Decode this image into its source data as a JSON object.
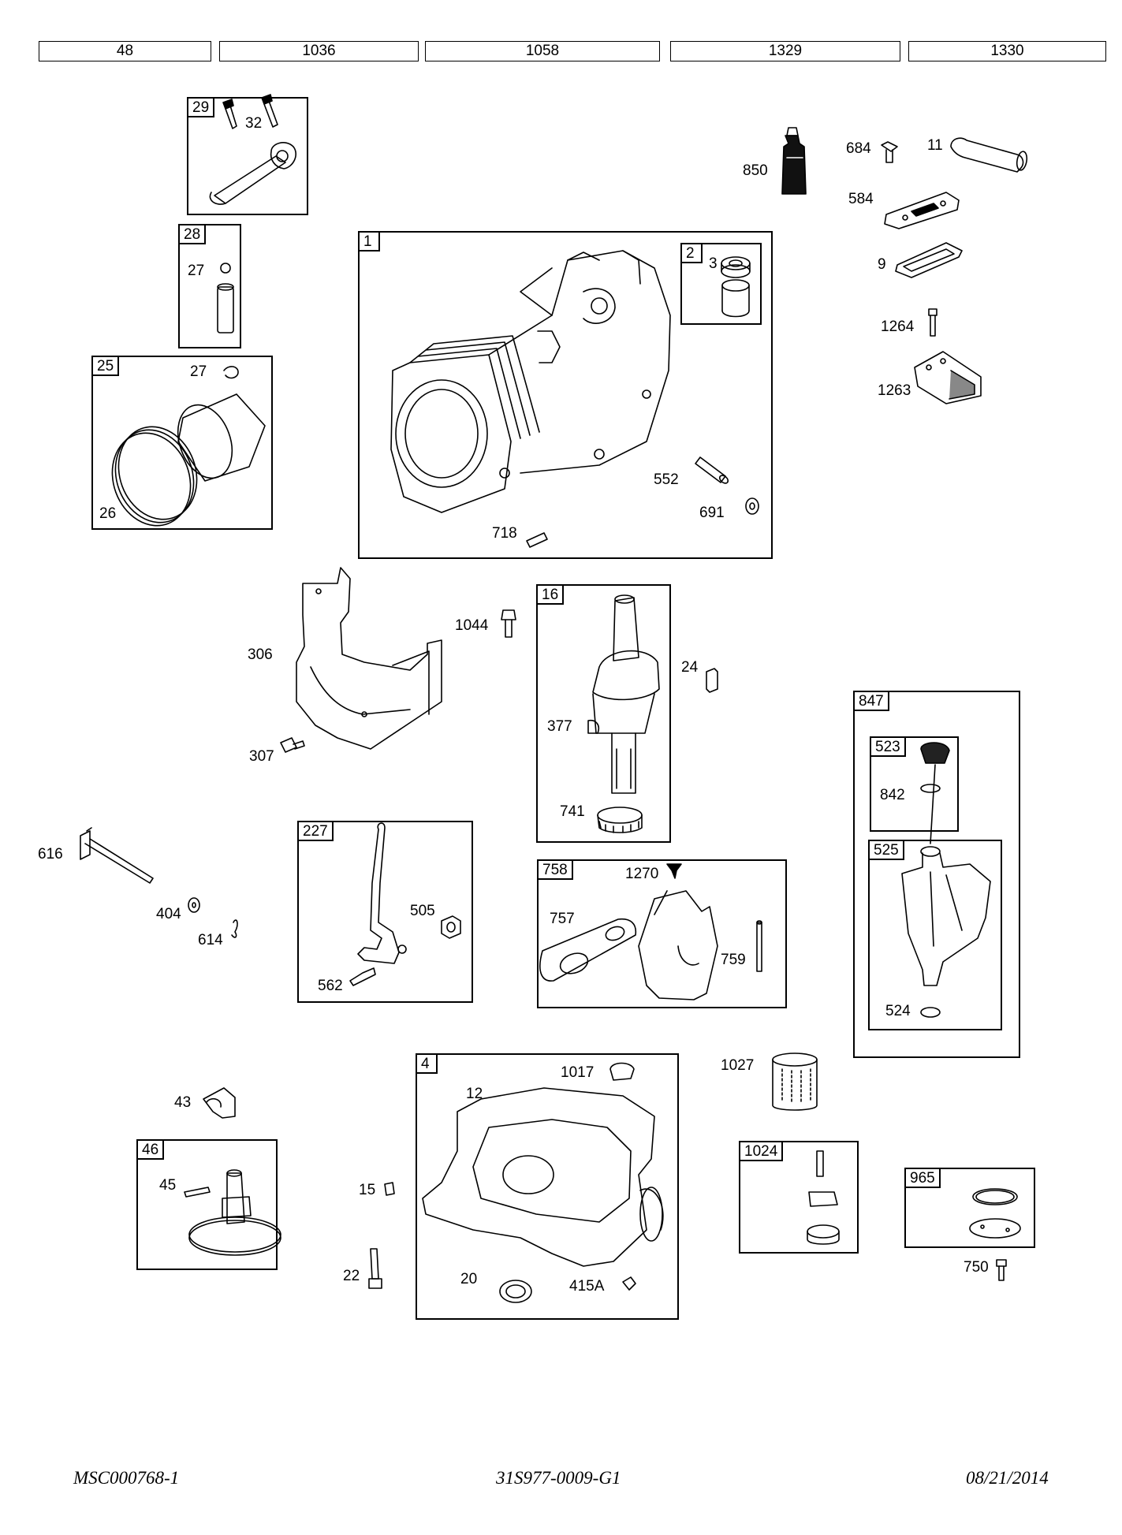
{
  "ref_boxes": [
    "48",
    "1036",
    "1058",
    "1329",
    "1330"
  ],
  "groups": {
    "g29": "29",
    "g28": "28",
    "g25": "25",
    "g1": "1",
    "g2": "2",
    "g16": "16",
    "g847": "847",
    "g523": "523",
    "g525": "525",
    "g227": "227",
    "g758": "758",
    "g4": "4",
    "g46": "46",
    "g1024": "1024",
    "g965": "965"
  },
  "parts": {
    "p32": "32",
    "p27a": "27",
    "p27b": "27",
    "p26": "26",
    "p3": "3",
    "p850": "850",
    "p684": "684",
    "p11": "11",
    "p584": "584",
    "p9": "9",
    "p1264": "1264",
    "p1263": "1263",
    "p552": "552",
    "p691": "691",
    "p718": "718",
    "p306": "306",
    "p307": "307",
    "p1044": "1044",
    "p24": "24",
    "p377": "377",
    "p741": "741",
    "p842": "842",
    "p524": "524",
    "p616": "616",
    "p404": "404",
    "p614": "614",
    "p505": "505",
    "p562": "562",
    "p1270": "1270",
    "p757": "757",
    "p759": "759",
    "p1017": "1017",
    "p12": "12",
    "p1027": "1027",
    "p43": "43",
    "p45": "45",
    "p15": "15",
    "p22": "22",
    "p20": "20",
    "p415A": "415A",
    "p750": "750"
  },
  "footer": {
    "left": "MSC000768-1",
    "center": "31S977-0009-G1",
    "right": "08/21/2014"
  }
}
